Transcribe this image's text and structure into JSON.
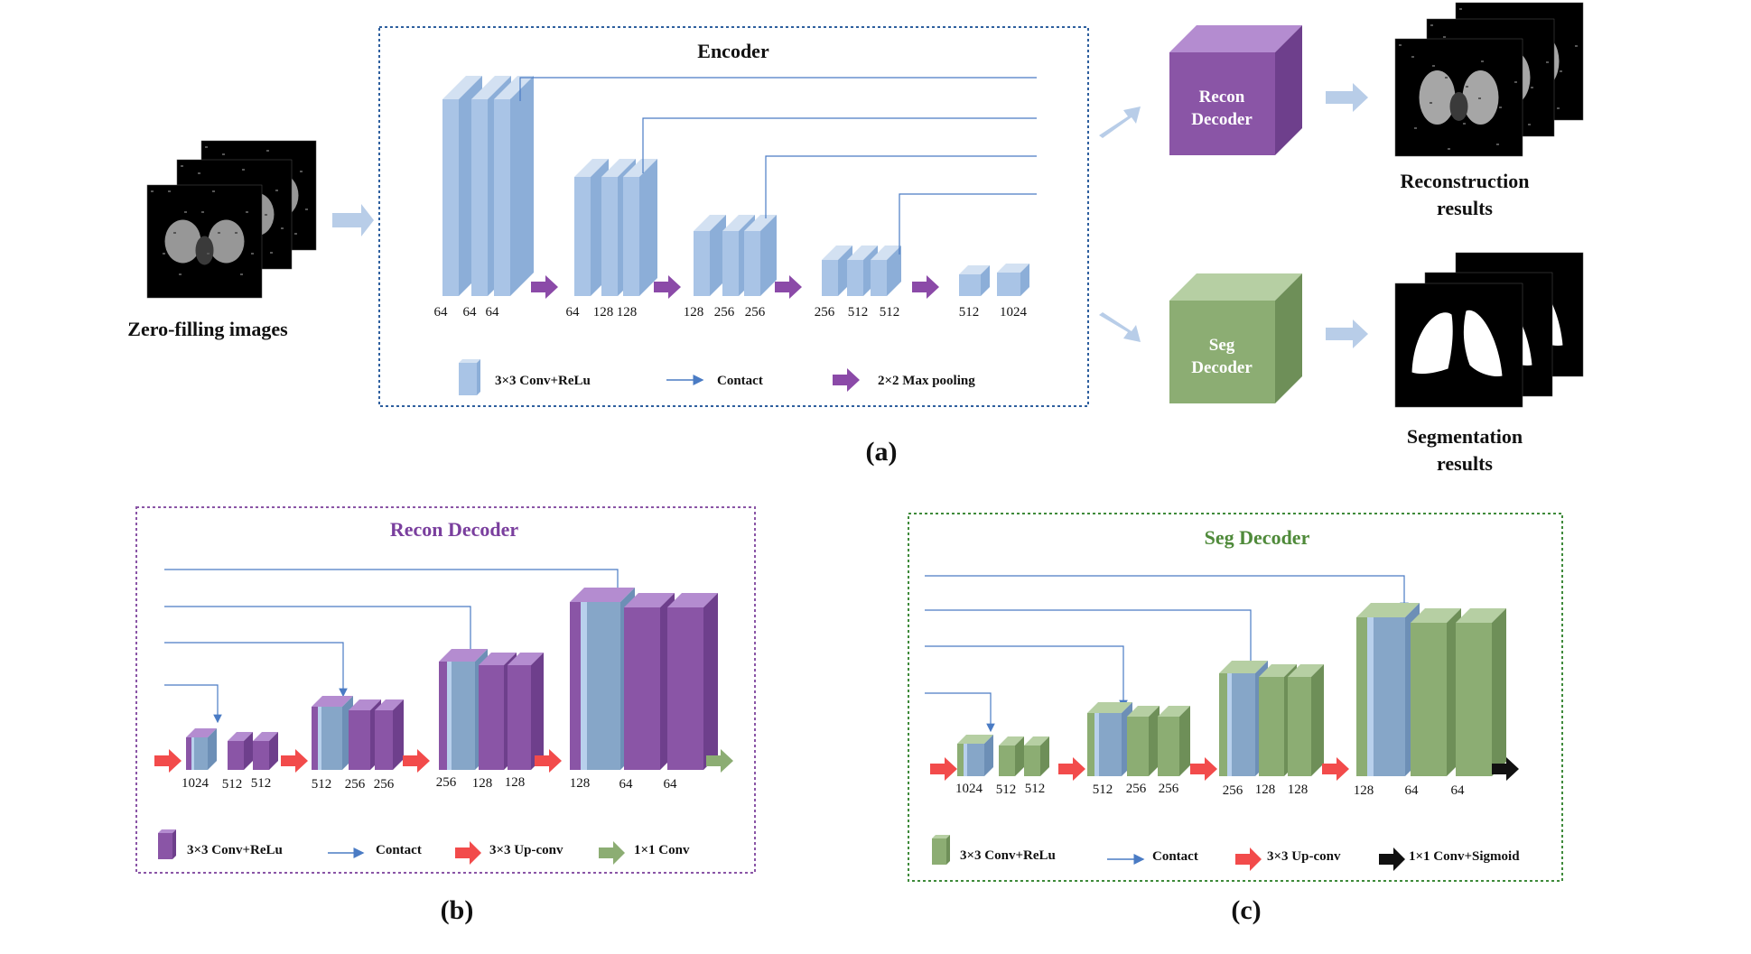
{
  "input": {
    "label": "Zero-filling images"
  },
  "encoder": {
    "title": "Encoder",
    "channels": [
      "64",
      "64",
      "64",
      "64",
      "128",
      "128",
      "128",
      "256",
      "256",
      "256",
      "512",
      "512",
      "512",
      "1024"
    ],
    "legend": {
      "conv": "3×3 Conv+ReLu",
      "contact": "Contact",
      "pool": "2×2 Max pooling"
    }
  },
  "recon_block": {
    "line1": "Recon",
    "line2": "Decoder"
  },
  "seg_block": {
    "line1": "Seg",
    "line2": "Decoder"
  },
  "recon_output": {
    "line1": "Reconstruction",
    "line2": "results"
  },
  "seg_output": {
    "line1": "Segmentation",
    "line2": "results"
  },
  "recon_decoder": {
    "title": "Recon Decoder",
    "channels": [
      "1024",
      "512",
      "512",
      "512",
      "256",
      "256",
      "256",
      "128",
      "128",
      "128",
      "64",
      "64"
    ],
    "legend": {
      "conv": "3×3 Conv+ReLu",
      "contact": "Contact",
      "upconv": "3×3 Up-conv",
      "final": "1×1 Conv"
    }
  },
  "seg_decoder": {
    "title": "Seg Decoder",
    "channels": [
      "1024",
      "512",
      "512",
      "512",
      "256",
      "256",
      "256",
      "128",
      "128",
      "128",
      "64",
      "64"
    ],
    "legend": {
      "conv": "3×3 Conv+ReLu",
      "contact": "Contact",
      "upconv": "3×3 Up-conv",
      "final": "1×1 Conv+Sigmoid"
    }
  },
  "captions": {
    "a": "(a)",
    "b": "(b)",
    "c": "(c)"
  },
  "colors": {
    "encoder_block": "#a9c4e6",
    "recon": "#8a55a6",
    "seg": "#8cad73",
    "contact_line": "#4a7bc4",
    "pool_arrow": "#8b4aa8",
    "upconv_arrow": "#f24b4b",
    "light_arrow": "#b8cde8",
    "enc_border": "#2e5f9e",
    "recon_border": "#8a55a6",
    "seg_border": "#3e8a3a",
    "recon_title": "#7a3f9e",
    "seg_title": "#4f8a3a"
  }
}
